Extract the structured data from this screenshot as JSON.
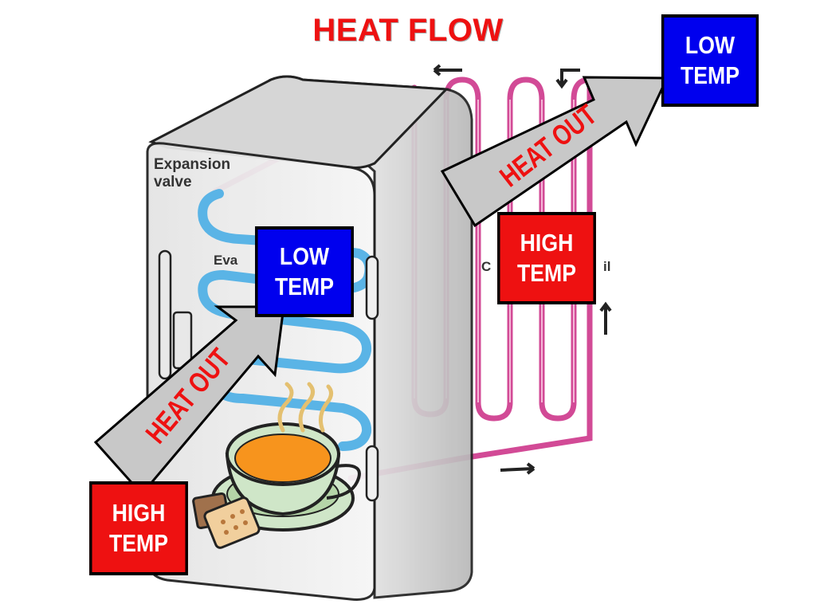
{
  "title": "HEAT FLOW",
  "fridge_labels": {
    "expansion_valve": "Expansion\nvalve",
    "evaporator_partial": "Eva",
    "condenser_partial_left": "C",
    "condenser_partial_right": "il"
  },
  "boxes": {
    "top_right_low": {
      "line1": "LOW",
      "line2": "TEMP",
      "color": "#0000ee"
    },
    "middle_right_high": {
      "line1": "HIGH",
      "line2": "TEMP",
      "color": "#ee1111"
    },
    "center_low": {
      "line1": "LOW",
      "line2": "TEMP",
      "color": "#0000ee"
    },
    "bottom_left_high": {
      "line1": "HIGH",
      "line2": "TEMP",
      "color": "#ee1111"
    }
  },
  "arrows": {
    "upper": "HEAT OUT",
    "lower": "HEAT OUT",
    "text_color": "#ee1111",
    "fill_color": "#c8c8c8"
  },
  "pipe_colors": {
    "cold_coil": "#5ab4e6",
    "hot_coil": "#d24a96"
  }
}
